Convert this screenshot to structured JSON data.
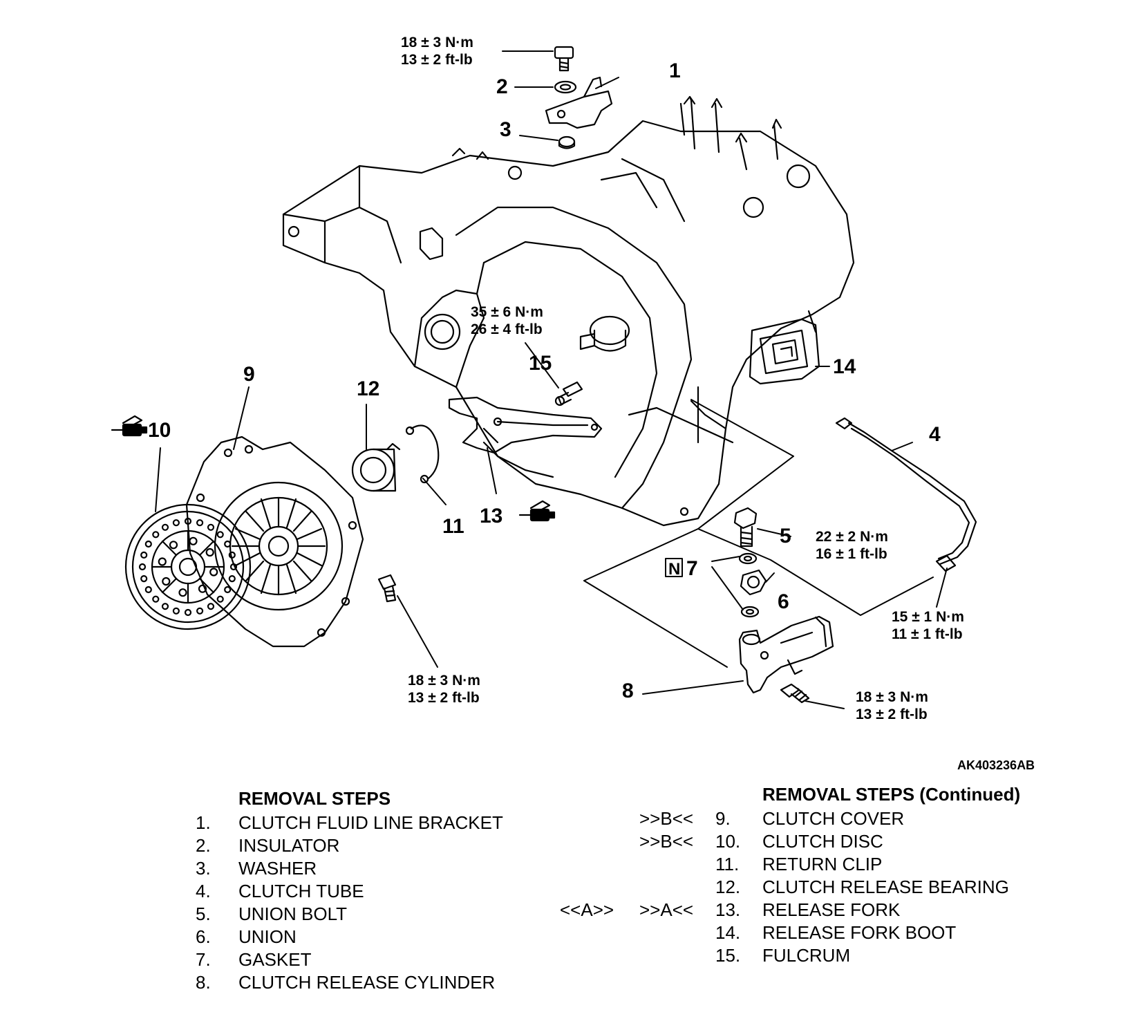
{
  "figure_id": "AK403236AB",
  "callouts": {
    "c1": "1",
    "c2": "2",
    "c3": "3",
    "c4": "4",
    "c5": "5",
    "c6": "6",
    "c7": "7",
    "c8": "8",
    "c9": "9",
    "c10": "10",
    "c11": "11",
    "c12": "12",
    "c13": "13",
    "c14": "14",
    "c15": "15",
    "n_symbol": "N"
  },
  "torques": {
    "t_bracket": [
      "18 ± 3 N·m",
      "13 ± 2 ft-lb"
    ],
    "t_fulcrum": [
      "35 ± 6 N·m",
      "26 ± 4 ft-lb"
    ],
    "t_union_bolt": [
      "22 ± 2 N·m",
      "16 ± 1 ft-lb"
    ],
    "t_tube": [
      "15 ± 1 N·m",
      "11 ± 1 ft-lb"
    ],
    "t_cover": [
      "18 ± 3 N·m",
      "13 ± 2 ft-lb"
    ],
    "t_cylinder": [
      "18 ± 3 N·m",
      "13 ± 2 ft-lb"
    ]
  },
  "steps_left": {
    "title": "REMOVAL STEPS",
    "items": [
      {
        "num": "1.",
        "text": "CLUTCH FLUID LINE BRACKET"
      },
      {
        "num": "2.",
        "text": "INSULATOR"
      },
      {
        "num": "3.",
        "text": "WASHER"
      },
      {
        "num": "4.",
        "text": "CLUTCH TUBE"
      },
      {
        "num": "5.",
        "text": "UNION BOLT"
      },
      {
        "num": "6.",
        "text": "UNION"
      },
      {
        "num": "7.",
        "text": "GASKET"
      },
      {
        "num": "8.",
        "text": "CLUTCH RELEASE CYLINDER"
      }
    ]
  },
  "steps_right": {
    "title": "REMOVAL STEPS (Continued)",
    "items": [
      {
        "num": "9.",
        "text": "CLUTCH COVER",
        "install": ">>B<<",
        "remove": ""
      },
      {
        "num": "10.",
        "text": "CLUTCH DISC",
        "install": ">>B<<",
        "remove": ""
      },
      {
        "num": "11.",
        "text": "RETURN CLIP",
        "install": "",
        "remove": ""
      },
      {
        "num": "12.",
        "text": "CLUTCH RELEASE BEARING",
        "install": "",
        "remove": ""
      },
      {
        "num": "13.",
        "text": "RELEASE FORK",
        "install": ">>A<<",
        "remove": "<<A>>"
      },
      {
        "num": "14.",
        "text": "RELEASE FORK BOOT",
        "install": "",
        "remove": ""
      },
      {
        "num": "15.",
        "text": "FULCRUM",
        "install": "",
        "remove": ""
      }
    ]
  }
}
